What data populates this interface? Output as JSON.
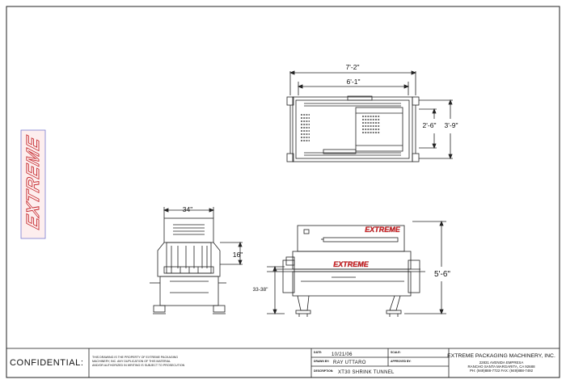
{
  "dimensions": {
    "top_overall_length": "7'-2\"",
    "top_inner_length": "6'-1\"",
    "top_inner_width": "2'-6\"",
    "top_overall_width": "3'-9\"",
    "end_width": "34\"",
    "end_tunnel_height": "16\"",
    "side_conveyor_height": "33-38\"",
    "side_overall_height": "5'-6\""
  },
  "brand": {
    "logo_vertical": "EXTREME",
    "logo_side_upper": "EXTREME",
    "logo_side_lower": "EXTREME"
  },
  "title_block": {
    "confidential_label": "CONFIDENTIAL:",
    "confidential_notice": [
      "THIS DRAWING IS THE PROPERTY OF EXTREME PACKAGING",
      "MACHINERY, INC.  ANY DUPLICATION OF THIS MATERIAL",
      "AND/OR AUTHORIZED IN WRITING IS SUBJECT TO PROSECUTION"
    ],
    "date_label": "DATE:",
    "date_value": "10/21/06",
    "scale_label": "SCALE:",
    "drawn_by_label": "DRAWN BY:",
    "drawn_by_value": "RAY UTTARO",
    "approved_label": "APPROVED BY:",
    "description_label": "DESCRIPTION:",
    "description_value": "XT30 SHRINK TUNNEL",
    "company_name": "EXTREME PACKAGING MACHINERY, INC.",
    "company_address": [
      "22831 AVENIDA EMPRESA",
      "RANCHO SANTA MARGARITA, CA 92688",
      "PH: (949)888-7722  FAX: (949)888-7492"
    ]
  },
  "colors": {
    "line": "#222222",
    "logo_red": "#e3262b",
    "logo_outline": "#c52a2f",
    "logo_box": "#7a7ad0"
  }
}
